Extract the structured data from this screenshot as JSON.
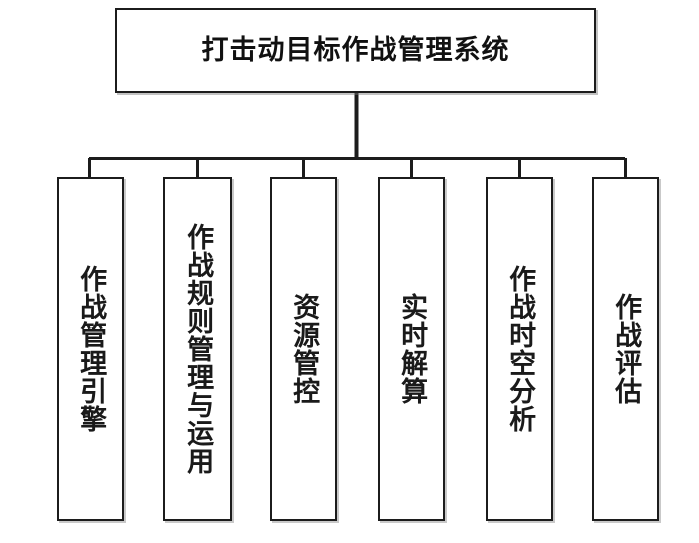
{
  "diagram": {
    "type": "organizational-tree",
    "orientation": "top-down",
    "background_color": "#ffffff",
    "line_color": "#1c1c1c",
    "box_fill": "#ffffff",
    "root": {
      "title": "打击动目标作战管理系统"
    },
    "children": [
      {
        "label": "作战管理引擎"
      },
      {
        "label": "作战规则管理与运用"
      },
      {
        "label": "资源管控"
      },
      {
        "label": "实时解算"
      },
      {
        "label": "作战时空分析"
      },
      {
        "label": "作战评估"
      }
    ]
  }
}
